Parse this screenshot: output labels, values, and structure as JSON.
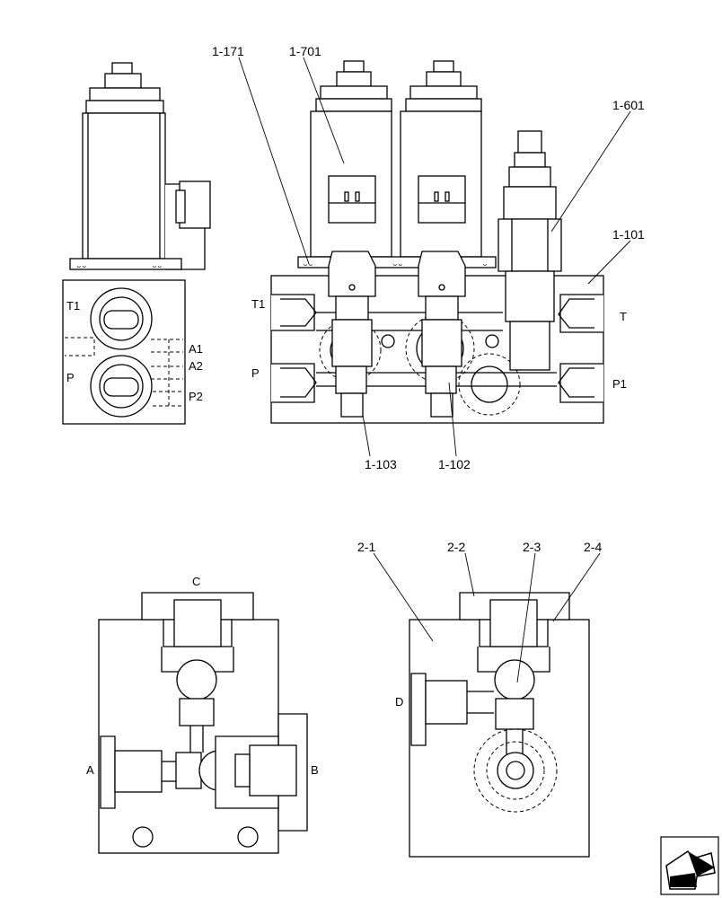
{
  "callouts": {
    "c1_171": "1-171",
    "c1_701": "1-701",
    "c1_601": "1-601",
    "c1_101": "1-101",
    "c1_103": "1-103",
    "c1_102": "1-102",
    "c2_1": "2-1",
    "c2_2": "2-2",
    "c2_3": "2-3",
    "c2_4": "2-4"
  },
  "ports": {
    "side_t1": "T1",
    "side_a1": "A1",
    "side_a2": "A2",
    "side_p": "P",
    "side_p2": "P2",
    "front_t1": "T1",
    "front_t": "T",
    "front_p": "P",
    "front_p1": "P1",
    "block_c": "C",
    "block_a": "A",
    "block_b": "B",
    "block_d": "D"
  },
  "icons": {
    "nav": "next-page-arrow-icon"
  }
}
